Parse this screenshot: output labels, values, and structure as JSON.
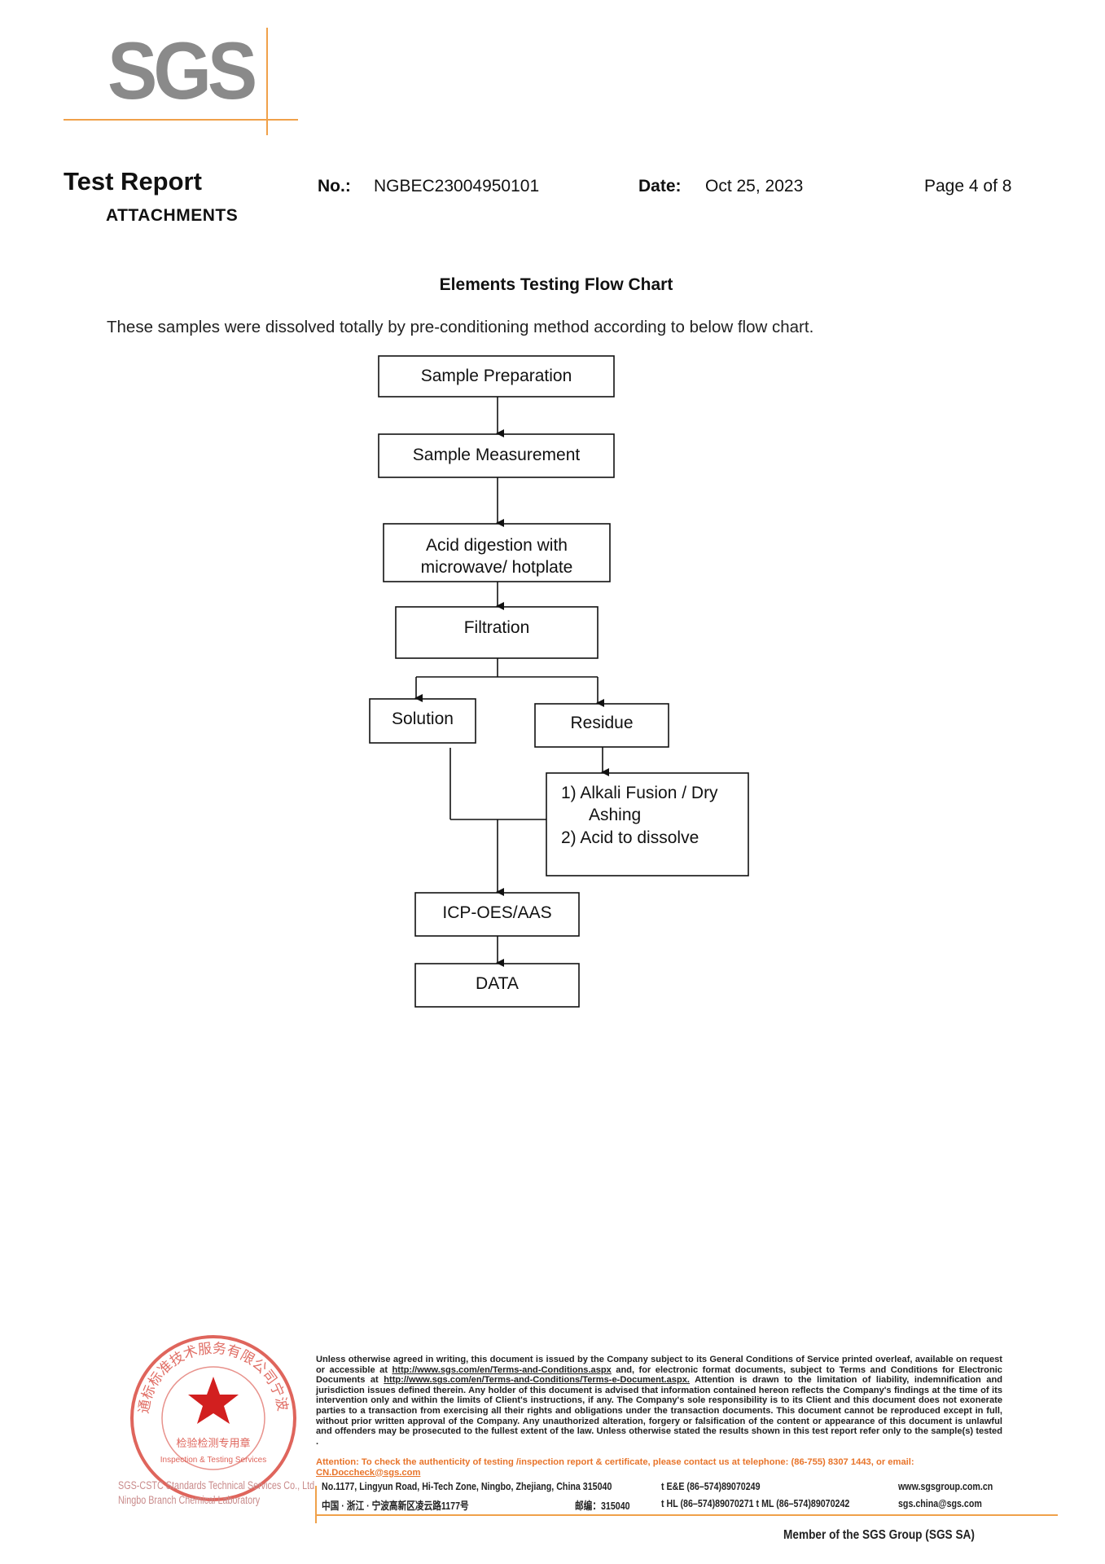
{
  "logo": {
    "text": "SGS",
    "color": "#8a8a8a",
    "accent": "#f0a14a"
  },
  "header": {
    "title": "Test Report",
    "subtitle": "ATTACHMENTS",
    "no_label": "No.:",
    "no_value": "NGBEC23004950101",
    "date_label": "Date:",
    "date_value": "Oct 25, 2023",
    "page": "Page 4 of 8"
  },
  "section_title": "Elements Testing Flow Chart",
  "intro": "These samples were dissolved totally by pre-conditioning method according to below flow chart.",
  "flow": {
    "sample_preparation": "Sample Preparation",
    "sample_measurement": "Sample Measurement",
    "acid_digestion_1": "Acid digestion with",
    "acid_digestion_2": "microwave/ hotplate",
    "filtration": "Filtration",
    "solution": "Solution",
    "residue": "Residue",
    "alkali_1": "1) Alkali Fusion / Dry",
    "alkali_2": "Ashing",
    "alkali_3": "2) Acid to dissolve",
    "icp": "ICP-OES/AAS",
    "data": "DATA"
  },
  "footer": {
    "disclaimer_1": "Unless otherwise agreed in writing, this document is issued by the Company subject to its General Conditions of Service printed overleaf, available on request or accessible at ",
    "link_1": "http://www.sgs.com/en/Terms-and-Conditions.aspx",
    "disclaimer_2": " and, for electronic format documents, subject to Terms and Conditions for Electronic Documents at ",
    "link_2": "http://www.sgs.com/en/Terms-and-Conditions/Terms-e-Document.aspx.",
    "disclaimer_3": " Attention is drawn to the limitation of liability, indemnification and jurisdiction issues defined therein. Any holder of this document is advised that information contained hereon reflects the Company's findings at the time of its intervention only and within the limits of Client's instructions, if any. The Company's sole responsibility is to its Client and this document does not exonerate parties to a transaction from exercising all their rights and obligations under the transaction documents. This document cannot be reproduced except in full, without prior written approval of the Company. Any unauthorized alteration, forgery or falsification of the content or appearance of this document is unlawful and offenders may be prosecuted to the fullest extent of the law. Unless otherwise stated the results shown in this test report refer only to the sample(s) tested .",
    "attention": "Attention: To check the authenticity of testing /inspection report & certificate, please contact us at telephone: (86-755) 8307 1443, or email: ",
    "attention_email": "CN.Doccheck@sgs.com",
    "address_en": "No.1177, Lingyun Road, Hi-Tech Zone, Ningbo, Zhejiang, China 315040",
    "address_en_tel": "t E&E (86–574)89070249",
    "address_en_web": "www.sgsgroup.com.cn",
    "address_cn": "中国 · 浙江 · 宁波高新区凌云路1177号",
    "address_cn_post": "邮编：315040",
    "address_cn_tel": "t HL  (86–574)89070271   t ML  (86–574)89070242",
    "address_cn_email": "sgs.china@sgs.com",
    "member": "Member of the SGS Group (SGS SA)",
    "seal_company": "SGS-CSTC Standards Technical Services Co., Ltd.",
    "seal_branch": "Ningbo Branch Chemical Laboratory",
    "seal_inner_cn": "检验检测专用章",
    "seal_inner_en": "Inspection & Testing Services",
    "seal_ring_cn": "通标标准技术服务有限公司宁波分公司"
  }
}
